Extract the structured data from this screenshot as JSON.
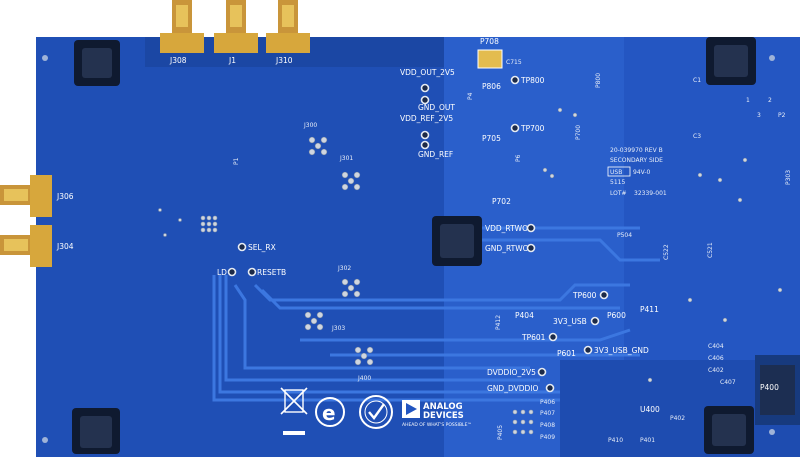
{
  "labels": {
    "top_connectors": [
      "J308",
      "J1",
      "J310"
    ],
    "left_connectors": [
      "J306",
      "J304"
    ],
    "power_top": [
      "VDD_OUT_2V5",
      "GND_OUT",
      "VDD_REF_2V5",
      "GND_REF"
    ],
    "test_points_top": [
      "P708",
      "C715",
      "P806",
      "TP800",
      "P800",
      "P4",
      "TP700",
      "P705",
      "P700",
      "P6",
      "P702"
    ],
    "rtwo": [
      "VDD_RTWO",
      "GND_RTWO"
    ],
    "jumpers": [
      "J300",
      "J301",
      "P1",
      "J302",
      "J303",
      "J400"
    ],
    "signals_left": [
      "SEL_RX",
      "LD",
      "RESETB"
    ],
    "usb": [
      "TP600",
      "P600",
      "P411",
      "P404",
      "3V3_USB",
      "P412",
      "TP601",
      "P601",
      "3V3_USB_GND"
    ],
    "dvddio": [
      "DVDDIO_2V5",
      "GND_DVDDIO"
    ],
    "bottom_parts": [
      "P406",
      "P407",
      "P408",
      "P409",
      "P405",
      "P410",
      "P401",
      "U400",
      "P402",
      "P400"
    ],
    "right_parts": [
      "C1",
      "P2",
      "C3",
      "P303",
      "P504",
      "C522",
      "C521"
    ],
    "right_small_numbers": [
      "1",
      "2",
      "3"
    ],
    "side_info": [
      "20-039970 REV B",
      "SECONDARY SIDE",
      "94V-0",
      "5115",
      "32339-001"
    ],
    "side_boxes": [
      "USB",
      "LOT#"
    ],
    "caps_small": [
      "C404",
      "C406",
      "C402",
      "C407"
    ]
  },
  "logo": {
    "brand_line1": "ANALOG",
    "brand_line2": "DEVICES",
    "tagline": "AHEAD OF WHAT'S POSSIBLE™"
  },
  "colors": {
    "board": "#2255c0",
    "board_dark": "#1a4290",
    "pad_gold": "#d7a73c",
    "silkscreen": "#ffffff"
  }
}
